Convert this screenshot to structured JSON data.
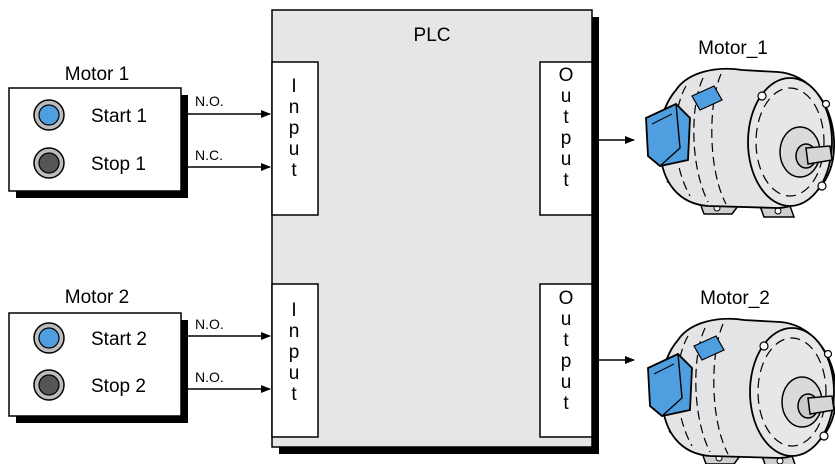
{
  "plc": {
    "label": "PLC"
  },
  "groups": [
    {
      "title": "Motor 1",
      "buttons": [
        {
          "label": "Start 1",
          "contact": "N.O.",
          "color": "#4f9fe0"
        },
        {
          "label": "Stop 1",
          "contact": "N.C.",
          "color": "#555555"
        }
      ]
    },
    {
      "title": "Motor 2",
      "buttons": [
        {
          "label": "Start 2",
          "contact": "N.O.",
          "color": "#4f9fe0"
        },
        {
          "label": "Stop 2",
          "contact": "N.O.",
          "color": "#555555"
        }
      ]
    }
  ],
  "modules": {
    "input_label": [
      "I",
      "n",
      "p",
      "u",
      "t"
    ],
    "output_label": [
      "O",
      "u",
      "t",
      "p",
      "u",
      "t"
    ]
  },
  "motors": [
    {
      "label": "Motor_1",
      "icon": "motor-icon"
    },
    {
      "label": "Motor_2",
      "icon": "motor-icon"
    }
  ],
  "colors": {
    "plc_fill": "#e6e6e6",
    "start_button": "#4f9fe0",
    "stop_button": "#555555",
    "motor_body": "#e4e4e6",
    "motor_junction_box": "#4f9fe0"
  }
}
